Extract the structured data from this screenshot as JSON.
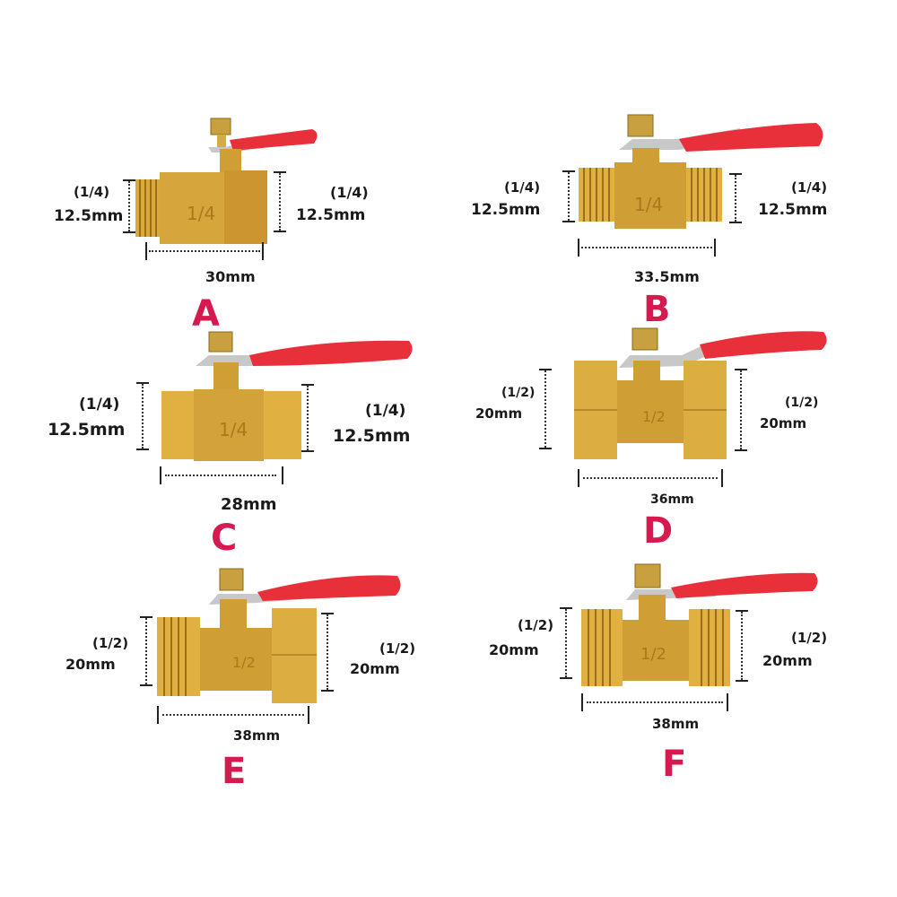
{
  "colors": {
    "background": "#ffffff",
    "label_letter": "#d41a4f",
    "text": "#1a1a1a",
    "brass": "#d9a93a",
    "brass_dark": "#a87a1c",
    "handle_red": "#e8303a",
    "steel": "#c8c8c8"
  },
  "products": [
    {
      "id": "A",
      "letter": "A",
      "left_size": "(1/4)",
      "left_mm": "12.5mm",
      "right_size": "(1/4)",
      "right_mm": "12.5mm",
      "length": "30mm",
      "left_end": "male-thread",
      "right_end": "female-thread",
      "marking": "1/4"
    },
    {
      "id": "B",
      "letter": "B",
      "left_size": "(1/4)",
      "left_mm": "12.5mm",
      "right_size": "(1/4)",
      "right_mm": "12.5mm",
      "length": "33.5mm",
      "left_end": "male-thread",
      "right_end": "male-thread",
      "marking": "1/4"
    },
    {
      "id": "C",
      "letter": "C",
      "left_size": "(1/4)",
      "left_mm": "12.5mm",
      "right_size": "(1/4)",
      "right_mm": "12.5mm",
      "length": "28mm",
      "left_end": "female-thread",
      "right_end": "female-thread",
      "marking": "1/4"
    },
    {
      "id": "D",
      "letter": "D",
      "left_size": "(1/2)",
      "left_mm": "20mm",
      "right_size": "(1/2)",
      "right_mm": "20mm",
      "length": "36mm",
      "left_end": "female-hex",
      "right_end": "female-hex",
      "marking": "1/2"
    },
    {
      "id": "E",
      "letter": "E",
      "left_size": "(1/2)",
      "left_mm": "20mm",
      "right_size": "(1/2)",
      "right_mm": "20mm",
      "length": "38mm",
      "left_end": "male-thread",
      "right_end": "female-hex",
      "marking": "1/2"
    },
    {
      "id": "F",
      "letter": "F",
      "left_size": "(1/2)",
      "left_mm": "20mm",
      "right_size": "(1/2)",
      "right_mm": "20mm",
      "length": "38mm",
      "left_end": "male-thread",
      "right_end": "male-thread",
      "marking": "1/2"
    }
  ]
}
